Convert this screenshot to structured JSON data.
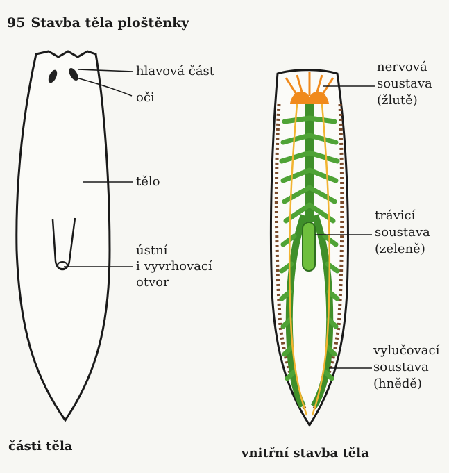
{
  "figure": {
    "number": "95",
    "title": "Stavba těla ploštěnky"
  },
  "left_diagram": {
    "caption": "části těla",
    "labels": {
      "head": "hlavová část",
      "eyes": "oči",
      "body": "tělo",
      "mouth_line1": "ústní",
      "mouth_line2": "i vyvrhovací",
      "mouth_line3": "otvor"
    }
  },
  "right_diagram": {
    "caption": "vnitřní stavba těla",
    "labels": {
      "nervous_line1": "nervová",
      "nervous_line2": "soustava",
      "nervous_line3": "(žlutě)",
      "digestive_line1": "trávicí",
      "digestive_line2": "soustava",
      "digestive_line3": "(zeleně)",
      "excretory_line1": "vylučovací",
      "excretory_line2": "soustava",
      "excretory_line3": "(hnědě)"
    }
  },
  "colors": {
    "nervous": "#f08a1c",
    "digestive": "#3f8f2a",
    "digestive_light": "#6fbf3d",
    "excretory": "#7a4a2a",
    "outline": "#1a1a1a"
  }
}
